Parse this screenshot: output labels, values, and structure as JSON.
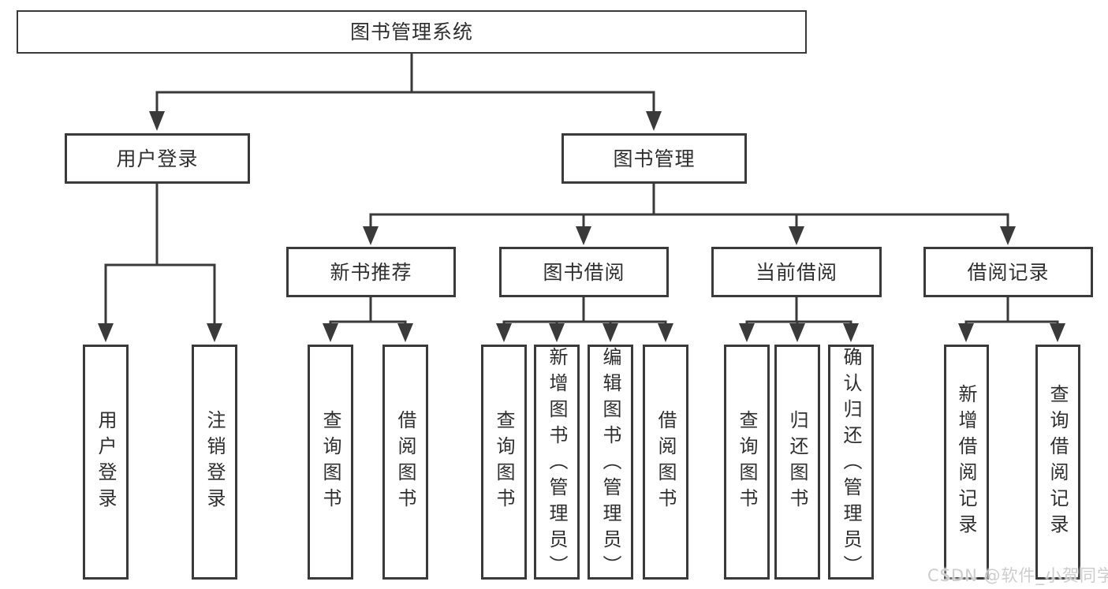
{
  "tree": {
    "root": {
      "label": "图书管理系统"
    },
    "branches": [
      {
        "label": "用户登录",
        "children": [
          {
            "label": "用户登录"
          },
          {
            "label": "注销登录"
          }
        ]
      },
      {
        "label": "图书管理",
        "children": [
          {
            "label": "新书推荐",
            "children": [
              {
                "label": "查询图书"
              },
              {
                "label": "借阅图书"
              }
            ]
          },
          {
            "label": "图书借阅",
            "children": [
              {
                "label": "查询图书"
              },
              {
                "label": "新增图书（管理员）"
              },
              {
                "label": "编辑图书（管理员）"
              },
              {
                "label": "借阅图书"
              }
            ]
          },
          {
            "label": "当前借阅",
            "children": [
              {
                "label": "查询图书"
              },
              {
                "label": "归还图书"
              },
              {
                "label": "确认归还（管理员）"
              }
            ]
          },
          {
            "label": "借阅记录",
            "children": [
              {
                "label": "新增借阅记录"
              },
              {
                "label": "查询借阅记录"
              }
            ]
          }
        ]
      }
    ]
  },
  "watermark": "CSDN @软件_小贺同学",
  "colors": {
    "line": "#3a3a3a",
    "text": "#2f2f2f",
    "box_background": "#ffffff",
    "watermark": "#cdcdcd",
    "background": "#ffffff"
  }
}
